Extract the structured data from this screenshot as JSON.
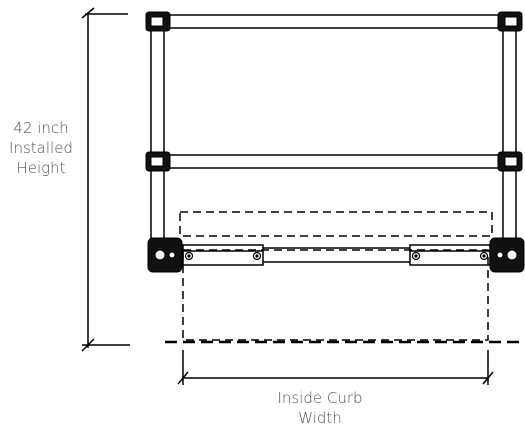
{
  "dimensions": {
    "height_label": [
      "42 inch",
      "Installed",
      "Height"
    ],
    "width_label": [
      "Inside Curb",
      "Width"
    ]
  },
  "colors": {
    "line": "#000000",
    "text": "#555555"
  }
}
